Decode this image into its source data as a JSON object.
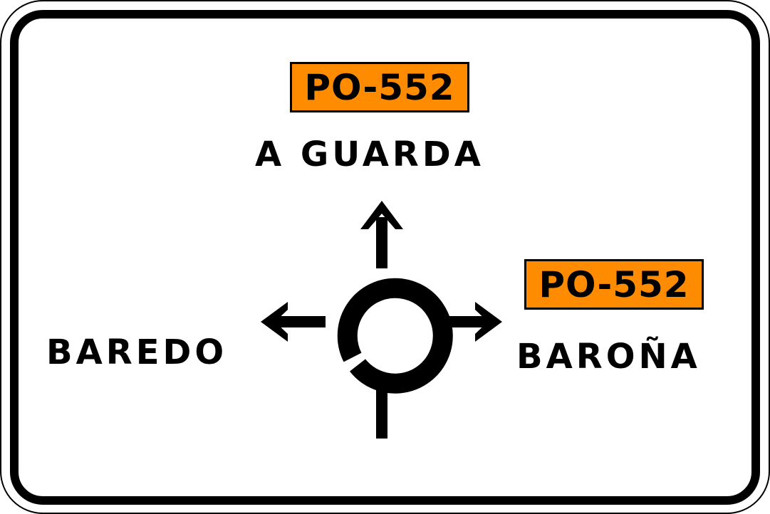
{
  "sign": {
    "top_route": "PO-552",
    "top_destination": "A GUARDA",
    "right_route": "PO-552",
    "right_destination": "BAROÑA",
    "left_destination": "BAREDO"
  },
  "colors": {
    "background": "#ffffff",
    "border": "#000000",
    "route_plate": "#ff8c00",
    "text": "#000000"
  }
}
